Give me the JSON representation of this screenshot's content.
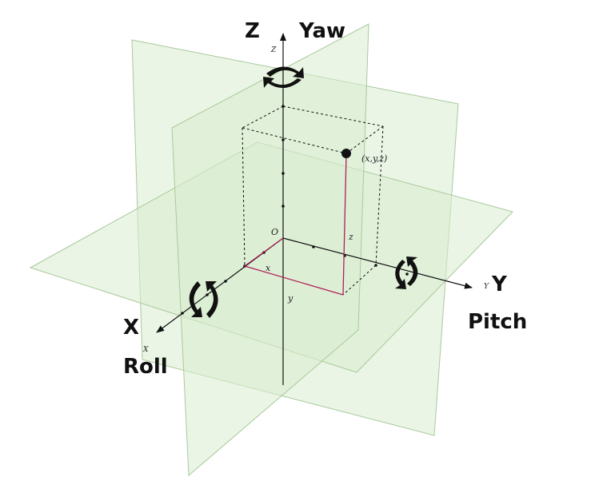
{
  "axes": {
    "z": {
      "big": "Z",
      "small": "Z",
      "rotation": "Yaw"
    },
    "y": {
      "big": "Y",
      "small": "Y",
      "rotation": "Pitch"
    },
    "x": {
      "big": "X",
      "small": "X",
      "rotation": "Roll"
    }
  },
  "origin_label": "O",
  "point_label": "(x,y,z)",
  "components": {
    "x": "x",
    "y": "y",
    "z": "z"
  },
  "colors": {
    "plane_fill": "#d9ecd0",
    "plane_stroke": "#a9c99b",
    "component": "#b0205a",
    "axis": "#111111"
  }
}
